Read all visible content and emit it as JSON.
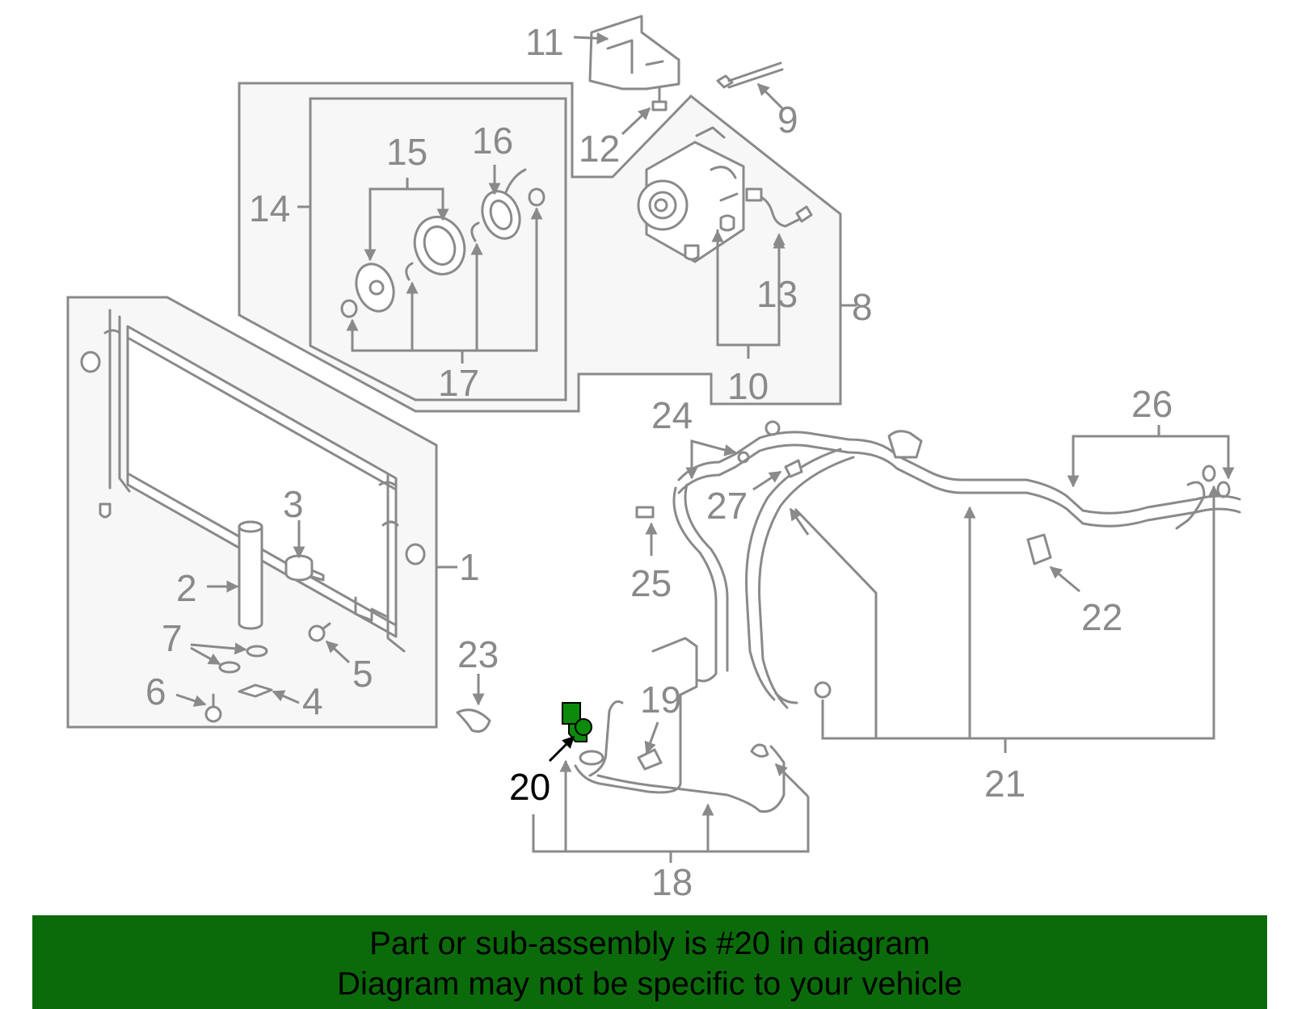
{
  "callouts": [
    "1",
    "2",
    "3",
    "4",
    "5",
    "6",
    "7",
    "8",
    "9",
    "10",
    "11",
    "12",
    "13",
    "14",
    "15",
    "16",
    "17",
    "18",
    "19",
    "20",
    "21",
    "22",
    "23",
    "24",
    "25",
    "26",
    "27"
  ],
  "highlight_part": "20",
  "banner": {
    "line1": "Part or sub-assembly is #20 in diagram",
    "line2": "Diagram may not be specific to your vehicle"
  },
  "colors": {
    "line": "#8a8a8a",
    "highlight": "#0b8a0b",
    "banner_bg": "#0b6b0b",
    "panel_bg": "#f7f7f7"
  }
}
